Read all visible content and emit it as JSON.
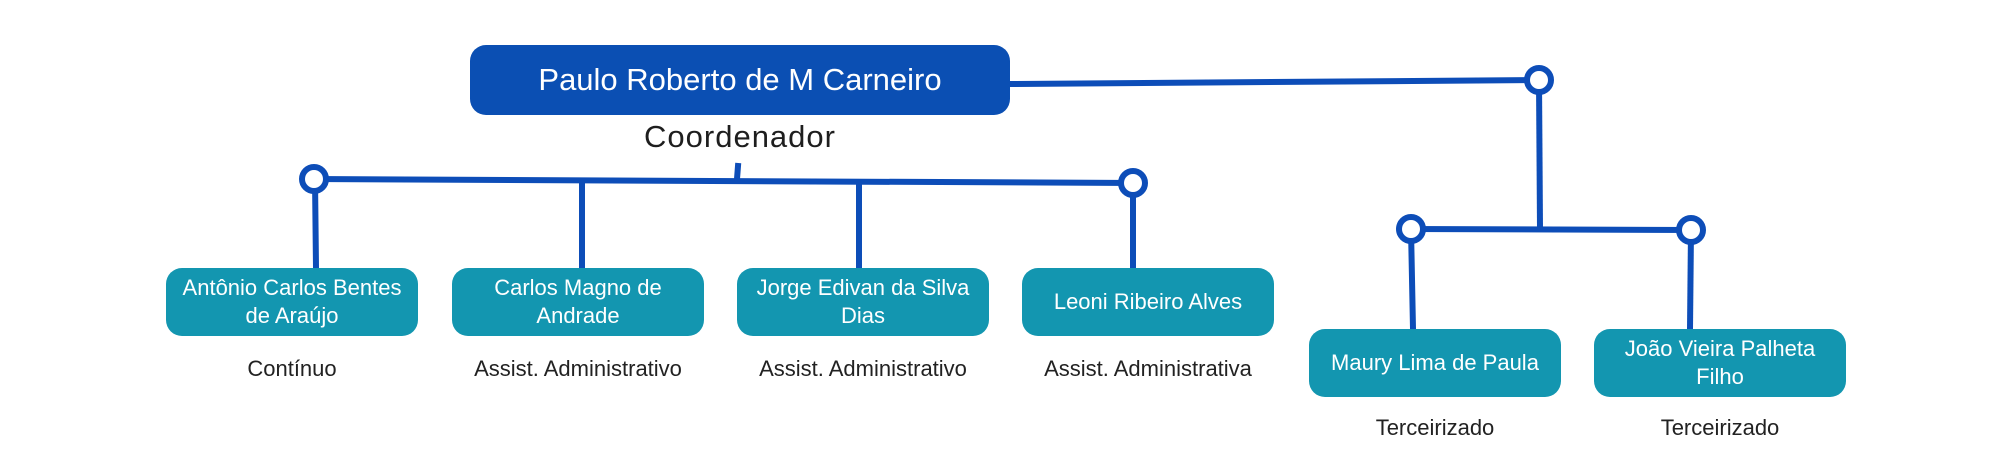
{
  "colors": {
    "root_box": "#0b4fb3",
    "child_box": "#1396b0",
    "connector": "#0d4db8",
    "node_ring": "#0d4db8"
  },
  "root": {
    "name": "Paulo Roberto de M Carneiro",
    "role": "Coordenador"
  },
  "members": [
    {
      "name": "Antônio Carlos Bentes de Araújo",
      "role": "Contínuo"
    },
    {
      "name": "Carlos Magno de Andrade",
      "role": "Assist. Administrativo"
    },
    {
      "name": "Jorge Edivan da Silva Dias",
      "role": "Assist. Administrativo"
    },
    {
      "name": "Leoni Ribeiro Alves",
      "role": "Assist. Administrativa"
    },
    {
      "name": "Maury Lima de Paula",
      "role": "Terceirizado"
    },
    {
      "name": "João Vieira Palheta Filho",
      "role": "Terceirizado"
    }
  ]
}
